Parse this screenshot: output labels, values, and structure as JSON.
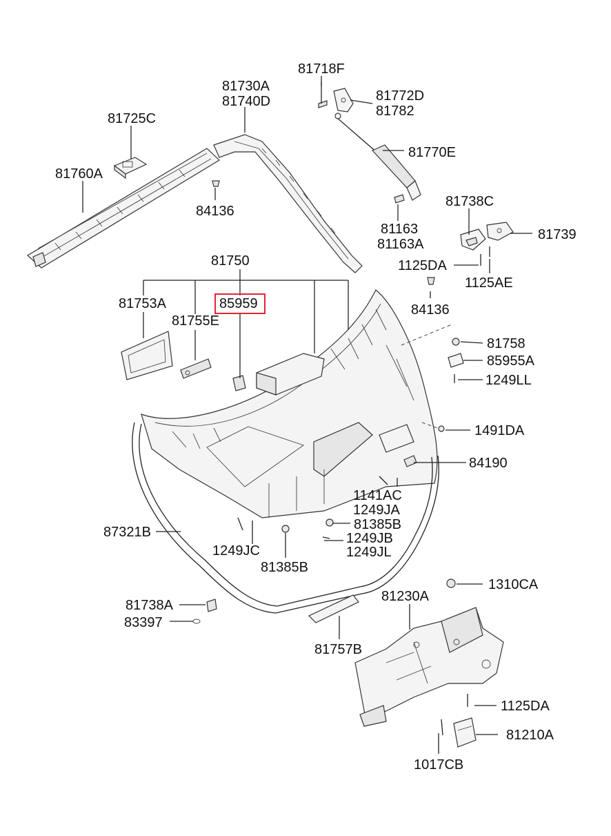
{
  "diagram": {
    "highlight_color": "#e0262f",
    "highlighted_part": "85959",
    "labels": {
      "p81718F": "81718F",
      "p81730A": "81730A",
      "p81740D": "81740D",
      "p81772D": "81772D",
      "p81782": "81782",
      "p81725C": "81725C",
      "p81770E": "81770E",
      "p81760A": "81760A",
      "p84136a": "84136",
      "p81738C": "81738C",
      "p81163": "81163",
      "p81163A": "81163A",
      "p81739": "81739",
      "p1125DAa": "1125DA",
      "p1125AE": "1125AE",
      "p81750": "81750",
      "p81753A": "81753A",
      "p85959": "85959",
      "p84136b": "84136",
      "p81755E": "81755E",
      "p81758": "81758",
      "p85955A": "85955A",
      "p1249LL": "1249LL",
      "p1491DA": "1491DA",
      "p84190": "84190",
      "p1141AC": "1141AC",
      "p1249JA": "1249JA",
      "p87321B": "87321B",
      "p81385Ba": "81385B",
      "p1249JB": "1249JB",
      "p1249JC": "1249JC",
      "p1249JL": "1249JL",
      "p81385Bb": "81385B",
      "p1310CA": "1310CA",
      "p81738A": "81738A",
      "p81230A": "81230A",
      "p83397": "83397",
      "p81757B": "81757B",
      "p1125DAb": "1125DA",
      "p81210A": "81210A",
      "p1017CB": "1017CB"
    }
  }
}
